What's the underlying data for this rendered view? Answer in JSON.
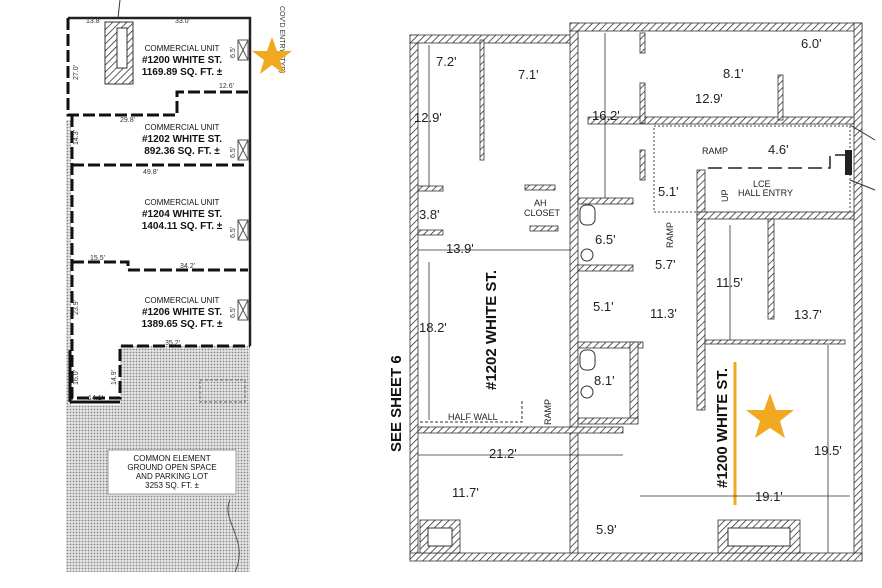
{
  "colors": {
    "star": "#F2A922",
    "highlight_line": "#F2A922",
    "wall": "#333333",
    "common_area": "#bdbdbd"
  },
  "icons": [
    "star-icon"
  ],
  "site_plan": {
    "entry_label": "COV'D ENTRY (TYP)",
    "top_dims": [
      "13.8'",
      "33.0'"
    ],
    "units": [
      {
        "line1": "COMMERCIAL UNIT",
        "line2": "#1200 WHITE ST.",
        "line3": "1169.89 SQ. FT. ±"
      },
      {
        "line1": "COMMERCIAL UNIT",
        "line2": "#1202 WHITE ST.",
        "line3": "892.36 SQ. FT. ±"
      },
      {
        "line1": "COMMERCIAL UNIT",
        "line2": "#1204 WHITE ST.",
        "line3": "1404.11 SQ. FT. ±"
      },
      {
        "line1": "COMMERCIAL UNIT",
        "line2": "#1206 WHITE ST.",
        "line3": "1389.65 SQ. FT. ±"
      }
    ],
    "small_dims": [
      "27.0'",
      "12.6'",
      "29.8'",
      "14.3'",
      "49.8'",
      "15.5'",
      "34.2'",
      "23.9'",
      "35.2'",
      "14.9'",
      "14.1'",
      "16.0'",
      "6.5'",
      "6.5'",
      "6.5'",
      "6.5'"
    ],
    "common_element": [
      "COMMON ELEMENT",
      "GROUND OPEN SPACE",
      "AND PARKING LOT",
      "3253 SQ. FT. ±"
    ]
  },
  "floor_plan": {
    "see_sheet": "SEE SHEET 6",
    "unit_1202": "#1202 WHITE ST.",
    "unit_1200": "#1200 WHITE ST.",
    "labels": {
      "ramp_top": "RAMP",
      "lce": "LCE",
      "hall_entry": "HALL ENTRY",
      "up": "UP",
      "ah": "AH",
      "closet": "CLOSET",
      "ramp_mid": "RAMP",
      "ramp_low": "RAMP",
      "half_wall": "HALF WALL"
    },
    "dims": [
      "7.2'",
      "7.1'",
      "12.9'",
      "16.2'",
      "8.1'",
      "12.9'",
      "6.0'",
      "4.6'",
      "5.1'",
      "3.8'",
      "13.9'",
      "6.5'",
      "5.7'",
      "11.5'",
      "5.1'",
      "11.3'",
      "13.7'",
      "18.2'",
      "8.1'",
      "21.2'",
      "19.5'",
      "11.7'",
      "19.1'",
      "5.9'"
    ]
  }
}
